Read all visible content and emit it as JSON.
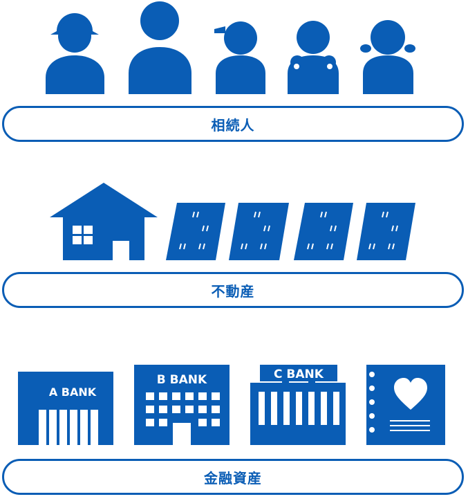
{
  "colors": {
    "primary": "#0a5db5",
    "background": "#ffffff"
  },
  "sections": {
    "heirs": {
      "label": "相続人",
      "icons": [
        "person-helmet-icon",
        "person-icon",
        "child-cap-icon",
        "girl-braids-icon",
        "girl-pigtails-icon"
      ]
    },
    "real_estate": {
      "label": "不動産",
      "icons": [
        "house-icon",
        "land-plot-icon",
        "land-plot-icon",
        "land-plot-icon",
        "land-plot-icon"
      ]
    },
    "financial_assets": {
      "label": "金融資産",
      "banks": [
        {
          "name": "A BANK",
          "icon": "bank-a-icon"
        },
        {
          "name": "B BANK",
          "icon": "bank-b-icon"
        },
        {
          "name": "C BANK",
          "icon": "bank-c-icon"
        }
      ],
      "extra_icon": "passbook-heart-icon"
    }
  }
}
